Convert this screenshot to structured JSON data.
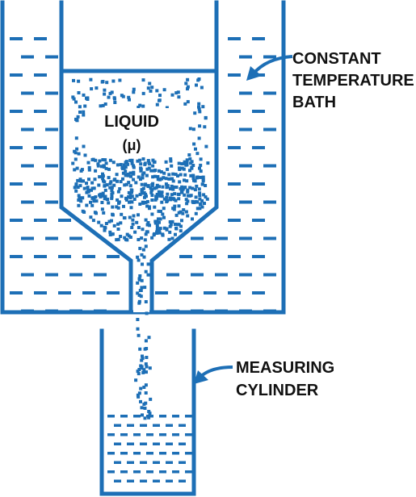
{
  "colors": {
    "liquid": "#1d6fb6",
    "walls": "#1d6fb6",
    "text": "#111111",
    "background": "#ffffff"
  },
  "labels": {
    "bath": [
      "CONSTANT",
      "TEMPERATURE",
      "BATH"
    ],
    "liquid": "LIQUID",
    "viscosity_symbol": "(μ)",
    "cylinder": [
      "MEASURING",
      "CYLINDER"
    ]
  }
}
